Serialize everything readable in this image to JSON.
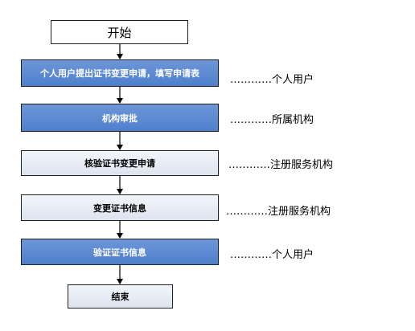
{
  "nodes": [
    {
      "label": "开始",
      "style": "light"
    },
    {
      "label": "个人用户提出证书变更申请，填写申请表",
      "style": "blue"
    },
    {
      "label": "机构审批",
      "style": "blue"
    },
    {
      "label": "核验证书变更申请",
      "style": "light"
    },
    {
      "label": "变更证书信息",
      "style": "light"
    },
    {
      "label": "验证证书信息",
      "style": "blue"
    },
    {
      "label": "结束",
      "style": "light"
    }
  ],
  "annotations": [
    {
      "leader": "…………",
      "text": "个人用户"
    },
    {
      "leader": "…………",
      "text": "所属机构"
    },
    {
      "leader": "…………",
      "text": "注册服务机构"
    },
    {
      "leader": "…………",
      "text": "注册服务机构"
    },
    {
      "leader": "…………",
      "text": "个人用户"
    }
  ],
  "colors": {
    "blue_fill": "#5a87d2",
    "light_fill": "#e6ebf4",
    "border": "#1f1f1f",
    "arrow": "#000000"
  }
}
